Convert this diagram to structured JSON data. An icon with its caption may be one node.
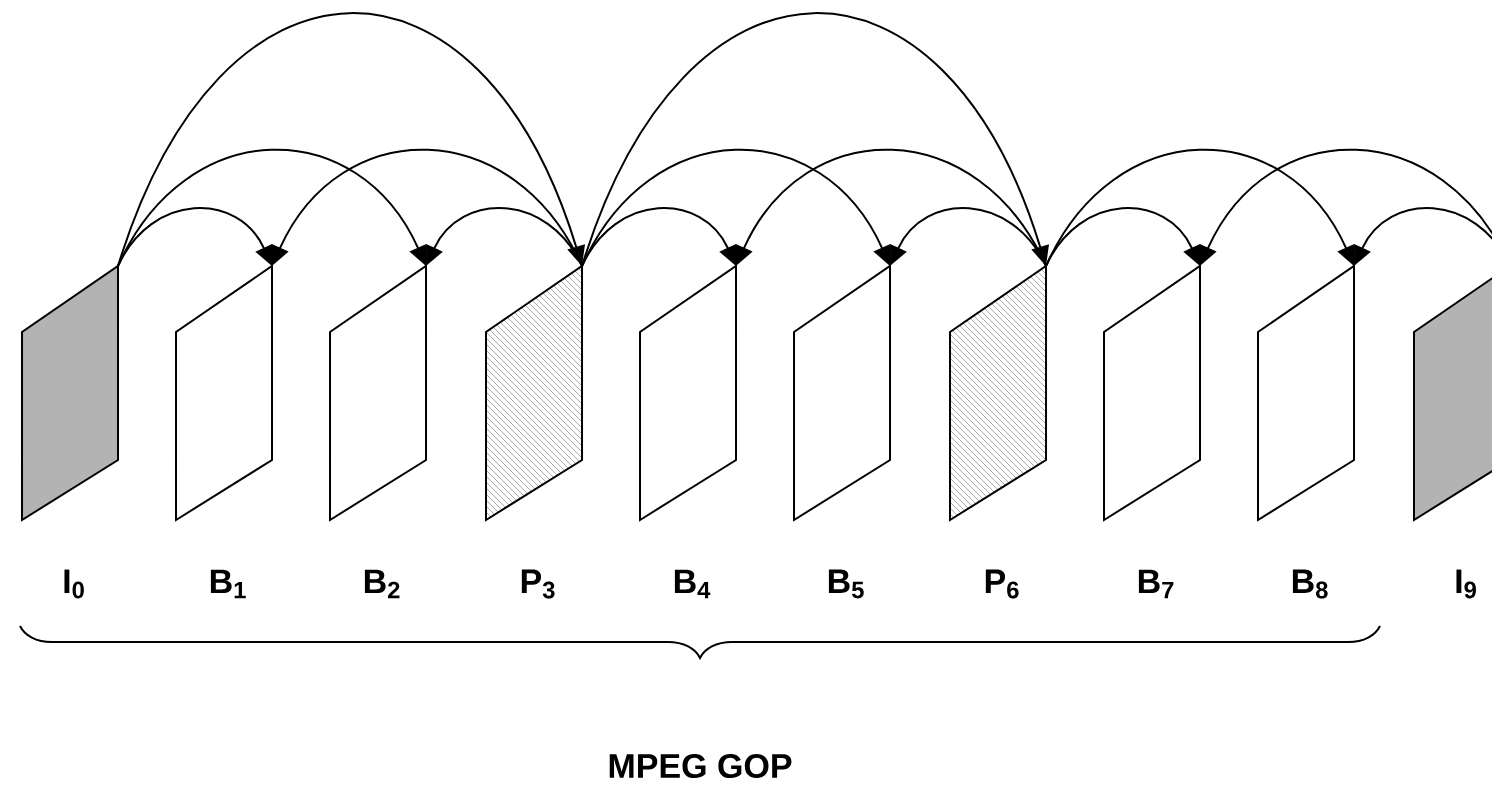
{
  "diagram": {
    "nodes": [
      {
        "text": [
          "I$_{0}$"
        ]
      },
      {
        "text": [
          "B$_{1}$"
        ]
      },
      {
        "text": [
          "B$_{2}$"
        ]
      },
      {
        "text": [
          "P$_{3}$"
        ]
      },
      {
        "text": [
          "B$_{4}$"
        ]
      },
      {
        "text": [
          "B$_{5}$"
        ]
      },
      {
        "text": [
          "P$_{6}$"
        ]
      },
      {
        "text": [
          "B$_{7}$"
        ]
      },
      {
        "text": [
          "B$_{8}$"
        ]
      },
      {
        "text": [
          "I$_{9}$"
        ]
      }
    ],
    "edges": [
      {
        "from": 0,
        "to": 1,
        "arrow": "to"
      },
      {
        "from": 0,
        "to": 2,
        "arrow": "to"
      },
      {
        "from": 0,
        "to": 3,
        "arrow": "to"
      },
      {
        "from": 3,
        "to": 1,
        "arrow": "to"
      },
      {
        "from": 3,
        "to": 2,
        "arrow": "to"
      },
      {
        "from": 3,
        "to": 4,
        "arrow": "to"
      },
      {
        "from": 3,
        "to": 5,
        "arrow": "to"
      },
      {
        "from": 3,
        "to": 6,
        "arrow": "to"
      },
      {
        "from": 6,
        "to": 4,
        "arrow": "to"
      },
      {
        "from": 6,
        "to": 5,
        "arrow": "to"
      },
      {
        "from": 6,
        "to": 7,
        "arrow": "to"
      },
      {
        "from": 6,
        "to": 8,
        "arrow": "to"
      },
      {
        "from": 9,
        "to": 7,
        "arrow": "to"
      },
      {
        "from": 9,
        "to": 8,
        "arrow": "to"
      }
    ],
    "labels": [
      "MPEG GOP"
    ]
  }
}
